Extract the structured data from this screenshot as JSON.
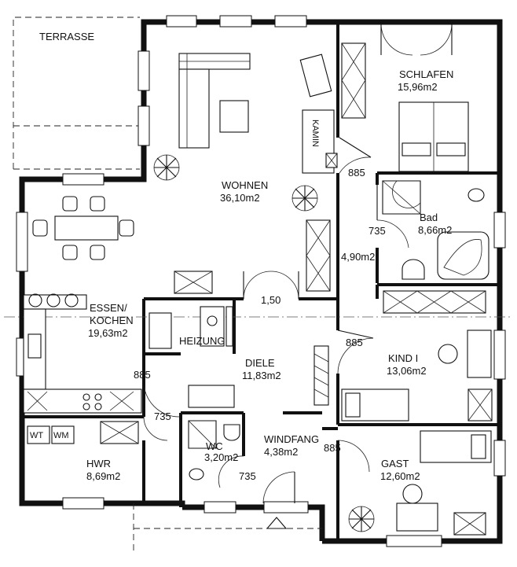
{
  "plan": {
    "terrace_label": "TERRASSE",
    "rooms": [
      {
        "id": "wohnen",
        "name": "WOHNEN",
        "area": "36,10m2"
      },
      {
        "id": "schlafen",
        "name": "SCHLAFEN",
        "area": "15,96m2"
      },
      {
        "id": "bad",
        "name": "Bad",
        "area": "8,66m2"
      },
      {
        "id": "essen",
        "name_line1": "ESSEN/",
        "name_line2": "KOCHEN",
        "area": "19,63m2"
      },
      {
        "id": "heizung",
        "name": "HEIZUNG"
      },
      {
        "id": "diele",
        "name": "DIELE",
        "area": "11,83m2"
      },
      {
        "id": "kind",
        "name": "KIND I",
        "area": "13,06m2"
      },
      {
        "id": "hwr",
        "name": "HWR",
        "area": "8,69m2"
      },
      {
        "id": "wc",
        "name": "WC",
        "area": "3,20m2"
      },
      {
        "id": "windfang",
        "name": "WINDFANG",
        "area": "4,38m2"
      },
      {
        "id": "gast",
        "name": "GAST",
        "area": "12,60m2"
      }
    ],
    "corridor_area": "4,90m2",
    "kamin_label": "KAMIN",
    "appliances": {
      "wt": "WT",
      "wm": "WM"
    },
    "door_widths": {
      "schlafen": "885",
      "bad": "735",
      "wohnen": "1,50",
      "kind": "885",
      "kitchen": "885",
      "hwr": "735",
      "wc": "735",
      "gast": "885"
    }
  }
}
